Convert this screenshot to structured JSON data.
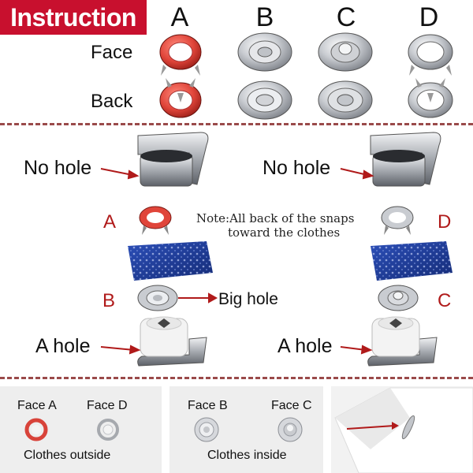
{
  "header": {
    "banner": "Instruction",
    "columns": [
      "A",
      "B",
      "C",
      "D"
    ],
    "rows": [
      "Face",
      "Back"
    ]
  },
  "diagram": {
    "no_hole_left": "No hole",
    "no_hole_right": "No hole",
    "label_a": "A",
    "label_d": "D",
    "label_b": "B",
    "label_c": "C",
    "note_line1": "Note:All back of the snaps",
    "note_line2": "toward the clothes",
    "big_hole": "Big hole",
    "a_hole_left": "A hole",
    "a_hole_right": "A hole"
  },
  "bottom": {
    "face_a": "Face A",
    "face_d": "Face D",
    "clothes_outside": "Clothes outside",
    "face_b": "Face B",
    "face_c": "Face C",
    "clothes_inside": "Clothes inside"
  },
  "colors": {
    "banner": "#c8102e",
    "accent_red": "#b01a1a",
    "metal": "#b9bcc2",
    "fabric_blue": "#1f3f9a"
  }
}
